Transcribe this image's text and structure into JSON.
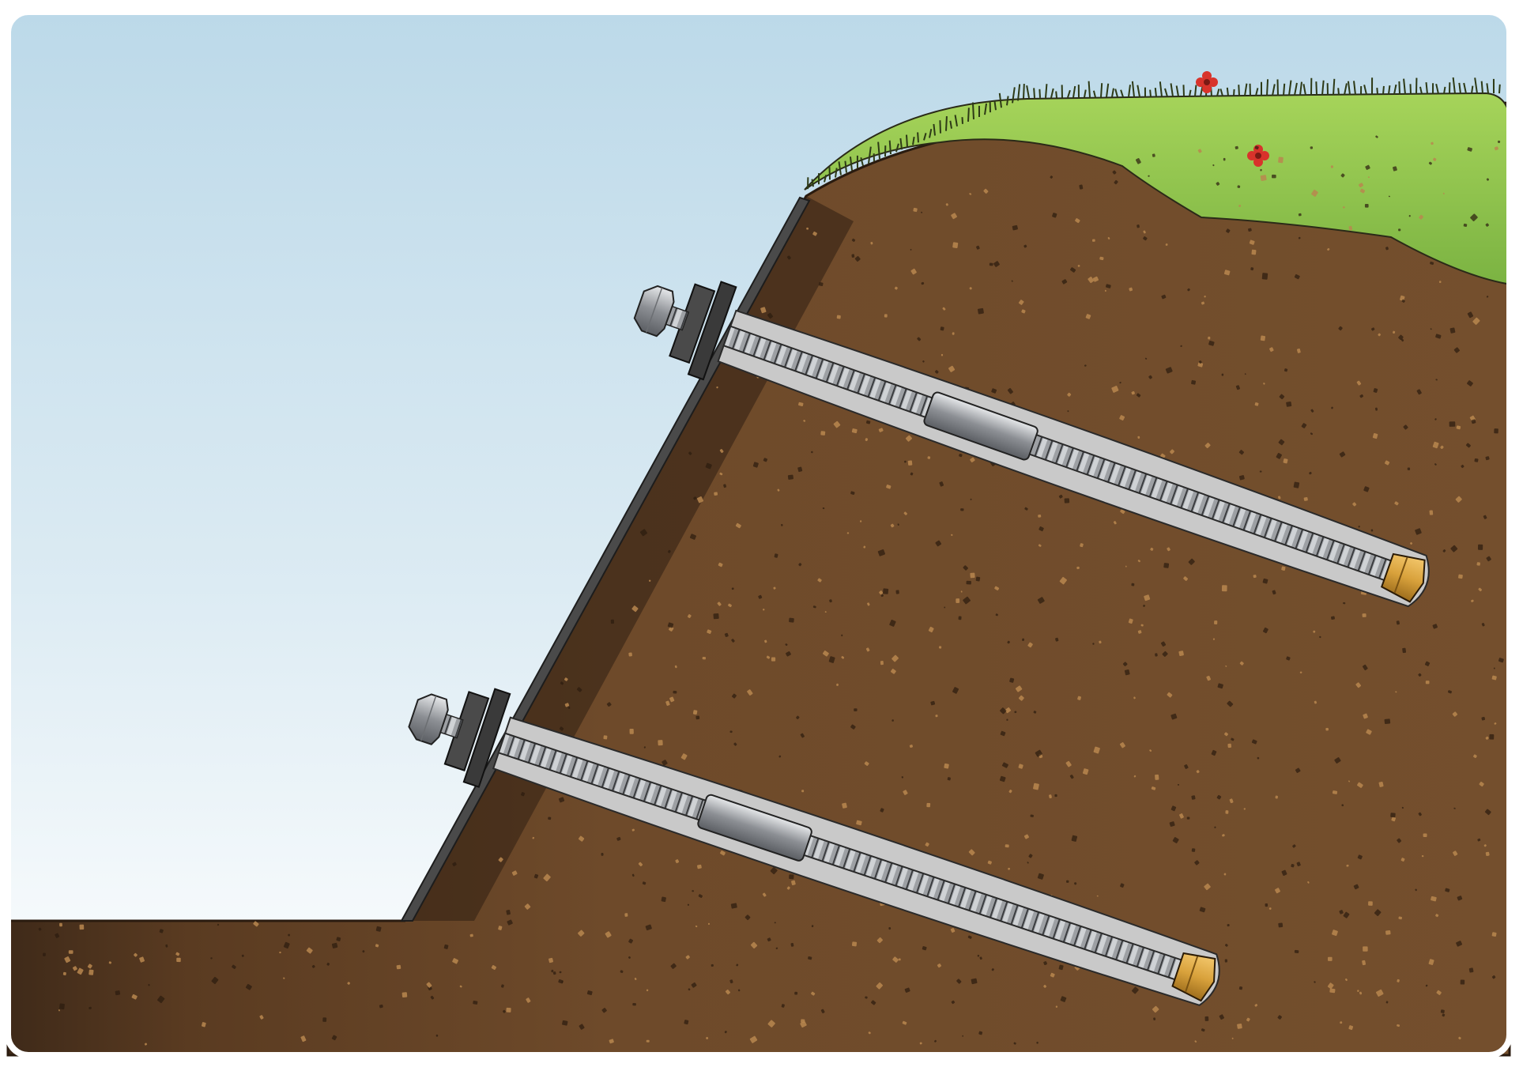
{
  "illustration": {
    "kind": "slope-stabilization-cross-section",
    "anchors": [
      {
        "position": "upper",
        "parts": [
          "nut",
          "bearing-plate",
          "threaded-bar",
          "coupler",
          "drill-bit",
          "grout-body"
        ]
      },
      {
        "position": "lower",
        "parts": [
          "nut",
          "bearing-plate",
          "threaded-bar",
          "coupler",
          "drill-bit",
          "grout-body"
        ]
      }
    ],
    "colors": {
      "sky_top": "#bcd9e9",
      "sky_bottom": "#ffffff",
      "soil": "#6e4a2a",
      "soil_dark": "#3f2a19",
      "grass": "#8cc24a",
      "grout": "#c9c9c9",
      "steel": "#8c8f94",
      "bit": "#d9a23c",
      "flower": "#d8332b"
    },
    "icons": [
      "flower-icon",
      "nut-icon",
      "drill-bit-icon"
    ]
  }
}
